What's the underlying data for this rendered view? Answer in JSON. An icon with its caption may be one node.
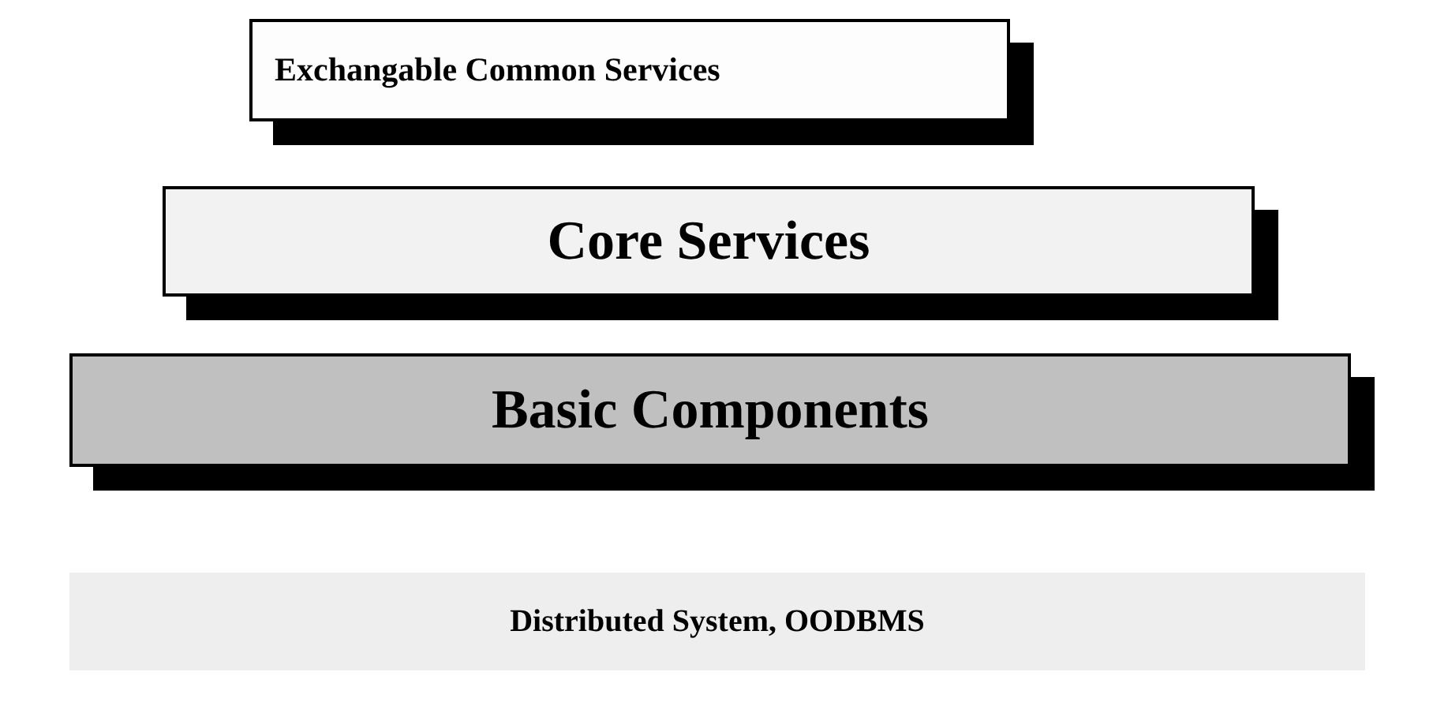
{
  "diagram": {
    "nodes": [
      {
        "text": [
          "Exchangable Common Services"
        ]
      },
      {
        "text": [
          "Core Services"
        ]
      },
      {
        "text": [
          "Basic Components"
        ]
      },
      {
        "text": [
          "Distributed System, OODBMS"
        ]
      }
    ]
  }
}
